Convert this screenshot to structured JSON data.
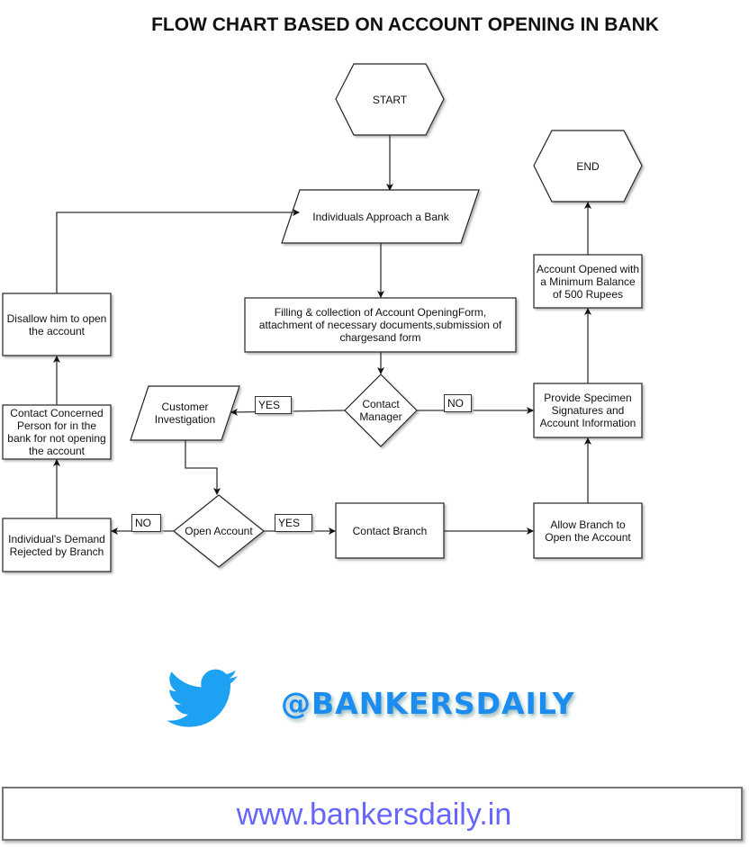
{
  "title": "FLOW CHART BASED ON ACCOUNT OPENING IN BANK",
  "nodes": {
    "start": "START",
    "approach": "Individuals Approach a Bank",
    "filling": "Filling & collection of Account OpeningForm,\nattachment of necessary documents,submission of\nchargesand form",
    "contact_manager": "Contact\nManager",
    "customer_investigation": "Customer\nInvestigation",
    "open_account": "Open Account",
    "contact_branch": "Contact Branch",
    "allow_branch": "Allow Branch to\nOpen the Account",
    "provide_specimen": "Provide Specimen\nSignatures and\nAccount Information",
    "account_opened": "Account Opened with\na Minimum Balance\nof 500 Rupees",
    "end": "END",
    "demand_rejected": "Individual's Demand\nRejected by Branch",
    "contact_concerned": "Contact Concerned\nPerson for in the\nbank for not opening\nthe account",
    "disallow": "Disallow him to open\nthe account"
  },
  "edge_labels": {
    "manager_yes": "YES",
    "manager_no": "NO",
    "open_no": "NO",
    "open_yes": "YES"
  },
  "social": {
    "icon": "twitter-bird-icon",
    "handle": "@BANKERSDAILY",
    "color": "#1b8cf0"
  },
  "footer": {
    "url": "www.bankersdaily.in",
    "color": "#6666ff"
  }
}
